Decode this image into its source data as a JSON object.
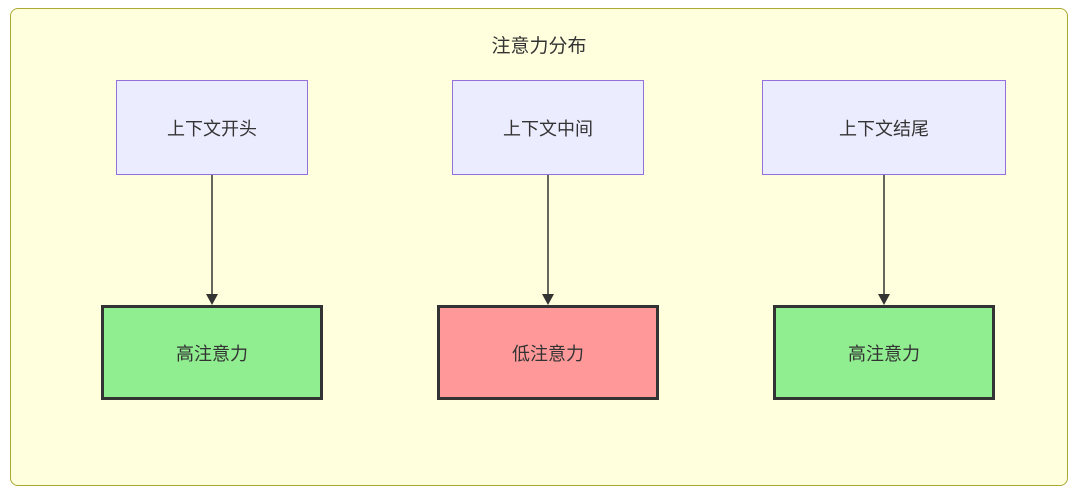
{
  "diagram": {
    "title": "注意力分布",
    "nodes": {
      "top": [
        {
          "id": "context-start",
          "label": "上下文开头"
        },
        {
          "id": "context-middle",
          "label": "上下文中间"
        },
        {
          "id": "context-end",
          "label": "上下文结尾"
        }
      ],
      "bottom": [
        {
          "id": "attention-high-1",
          "label": "高注意力",
          "state": "high"
        },
        {
          "id": "attention-low",
          "label": "低注意力",
          "state": "low"
        },
        {
          "id": "attention-high-2",
          "label": "高注意力",
          "state": "high"
        }
      ]
    },
    "edges": [
      {
        "from": "context-start",
        "to": "attention-high-1"
      },
      {
        "from": "context-middle",
        "to": "attention-low"
      },
      {
        "from": "context-end",
        "to": "attention-high-2"
      }
    ],
    "colors": {
      "container_bg": "#ffffde",
      "container_border": "#aaaa33",
      "top_node_bg": "#ececff",
      "top_node_border": "#9370db",
      "high_bg": "#90ee90",
      "low_bg": "#ff9999",
      "bottom_border": "#333333",
      "arrow": "#333333"
    }
  }
}
